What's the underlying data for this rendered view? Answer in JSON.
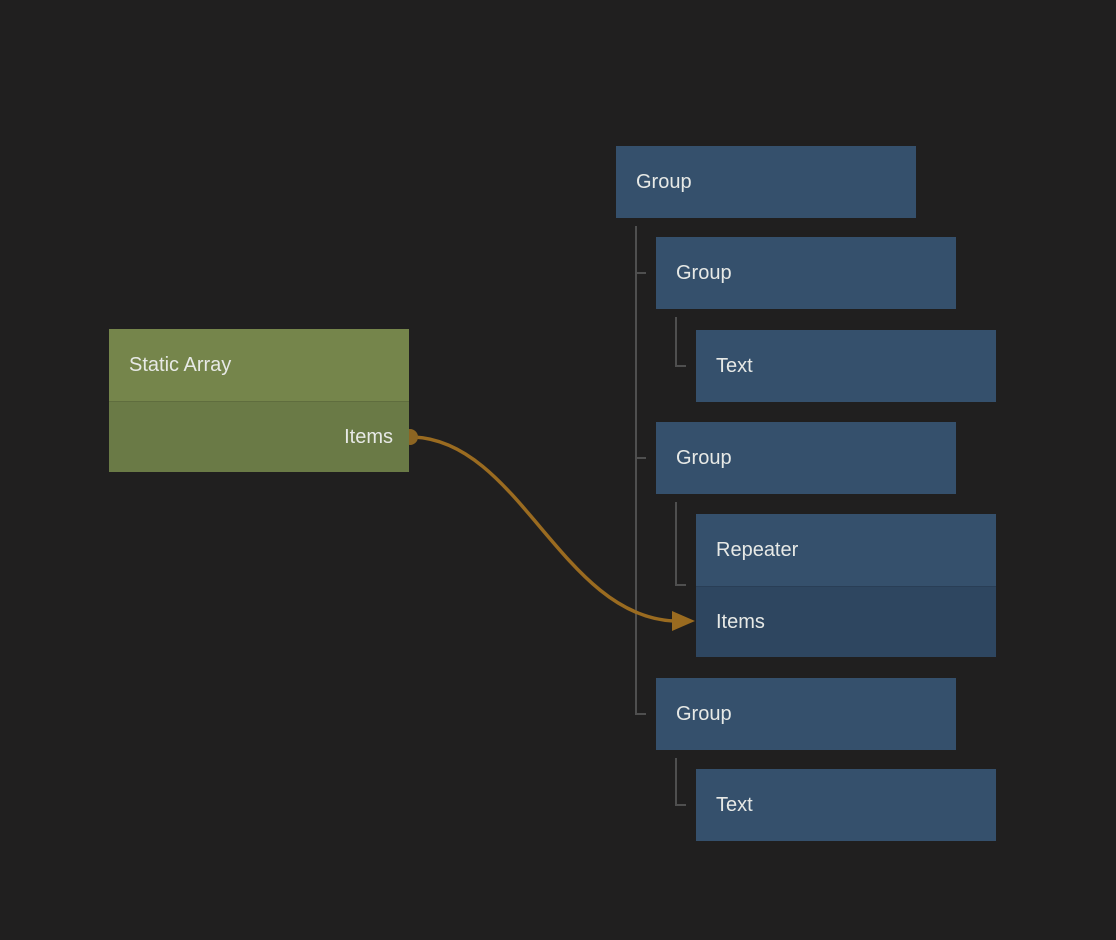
{
  "graph": {
    "source_node": {
      "title": "Static Array",
      "output_label": "Items"
    },
    "nodes": {
      "root_group": "Group",
      "group_1": "Group",
      "text_1": "Text",
      "group_2": "Group",
      "repeater_title": "Repeater",
      "repeater_input_label": "Items",
      "group_3": "Group",
      "text_2": "Text"
    },
    "colors": {
      "background": "#201f1f",
      "source_header_green": "#75854b",
      "source_body_green": "#6a7a46",
      "node_blue": "#35506c",
      "node_blue_dark": "#2e4660",
      "wire": "#9a6b20",
      "port_dot": "#8d6522",
      "tree_line": "#4f4f4f",
      "label_text": "#e7e9e6"
    }
  }
}
